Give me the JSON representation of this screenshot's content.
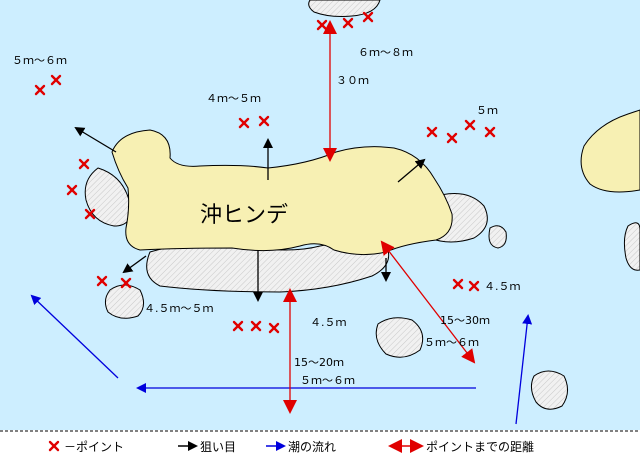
{
  "map": {
    "title": "沖ヒンデ",
    "colors": {
      "sea": "#cdeeff",
      "land": "#f7f0b3",
      "reef": "#f1f1f1",
      "point": "#e00000",
      "target": "#000000",
      "current": "#0000dd",
      "distance": "#e00000"
    },
    "depth_labels": [
      "５ｍ～６ｍ",
      "６ｍ～８ｍ",
      "４ｍ～５ｍ",
      "５ｍ",
      "４.５ｍ",
      "４.５ｍ～５ｍ",
      "４.５ｍ",
      "５ｍ～６ｍ",
      "５ｍ～６ｍ"
    ],
    "distance_labels": [
      "３０ｍ",
      "15～30ｍ",
      "15～20ｍ"
    ]
  },
  "legend": {
    "point": "－ポイント",
    "target": "狙い目",
    "current": "潮の流れ",
    "distance": "ポイントまでの距離"
  }
}
